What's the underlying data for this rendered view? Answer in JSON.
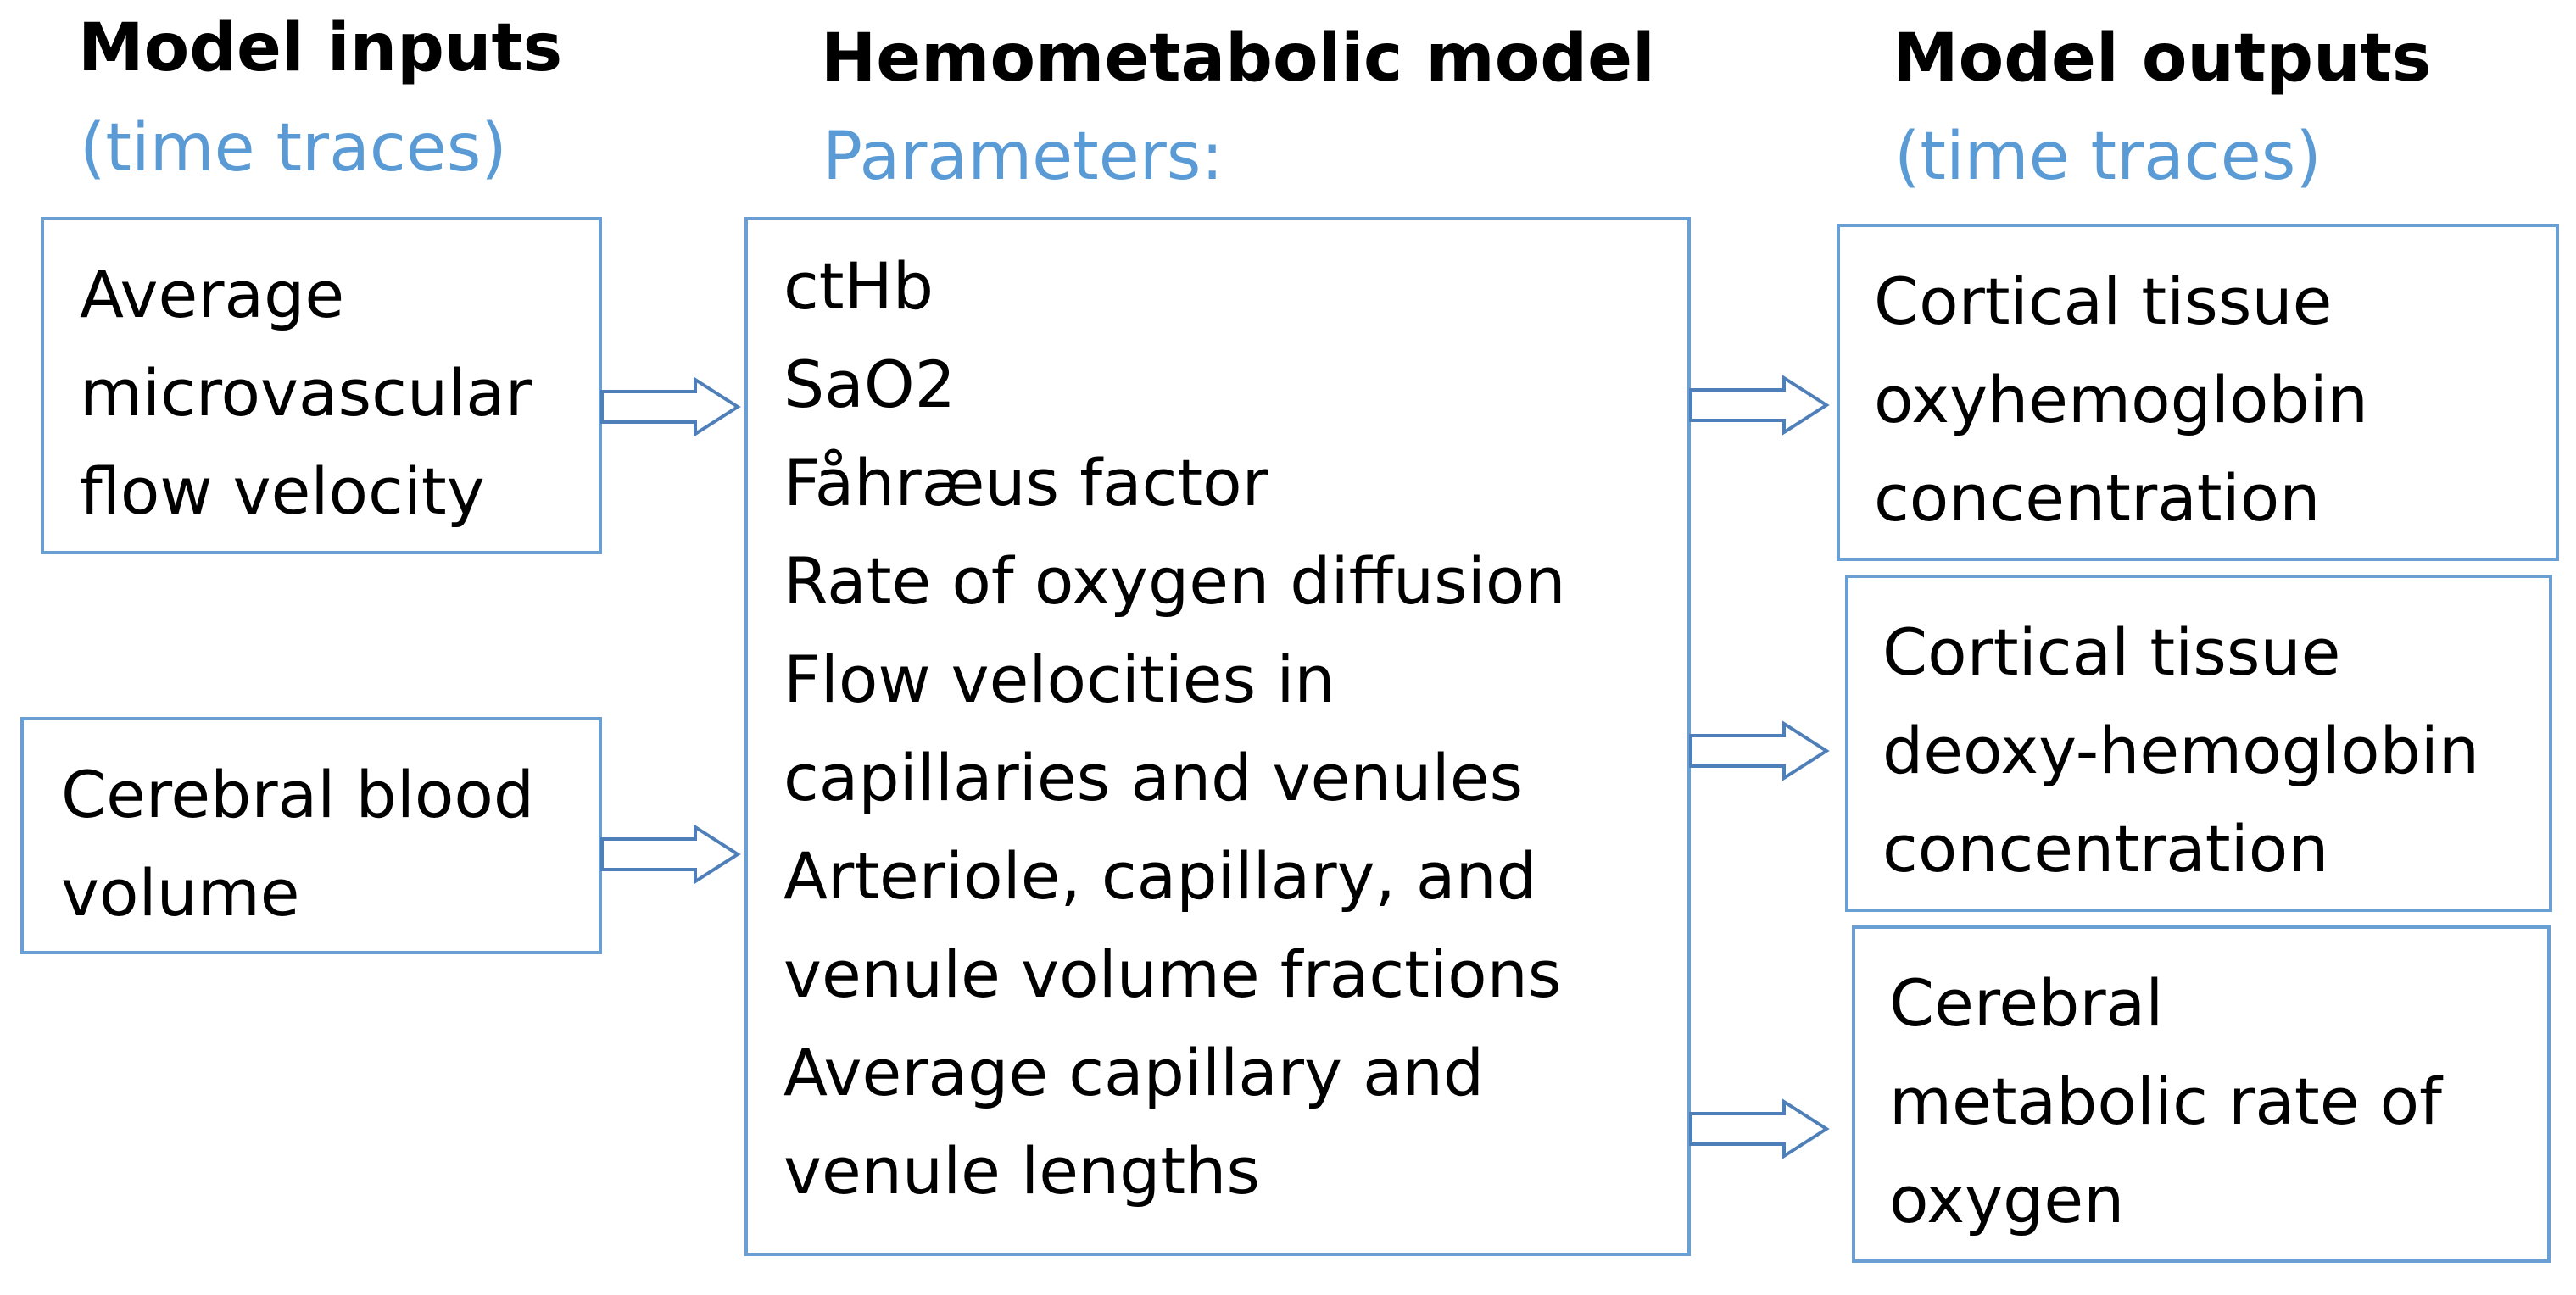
{
  "inputs": {
    "title": "Model inputs",
    "subtitle": "(time traces)",
    "boxes": [
      {
        "lines": [
          "Average",
          "microvascular",
          "flow velocity"
        ]
      },
      {
        "lines": [
          "Cerebral blood",
          "volume"
        ]
      }
    ]
  },
  "model": {
    "title": "Hemometabolic model",
    "subtitle": "Parameters:",
    "lines": [
      "ctHb",
      "SaO2",
      "Fåhræus factor",
      "Rate of oxygen diffusion",
      "Flow velocities in",
      "capillaries  and venules",
      "Arteriole, capillary, and",
      "venule volume fractions",
      "Average capillary and",
      "venule lengths"
    ]
  },
  "outputs": {
    "title": "Model outputs",
    "subtitle": "(time traces)",
    "boxes": [
      {
        "lines": [
          "Cortical tissue",
          "oxyhemoglobin",
          "concentration"
        ]
      },
      {
        "lines": [
          "Cortical tissue",
          "deoxy-hemoglobin",
          "concentration"
        ]
      },
      {
        "lines": [
          "Cerebral",
          "metabolic rate of",
          "oxygen"
        ]
      }
    ]
  },
  "colors": {
    "accent": "#5b9bd5",
    "box_border": "#6a9fd4",
    "arrow": "#4f7fb8"
  }
}
